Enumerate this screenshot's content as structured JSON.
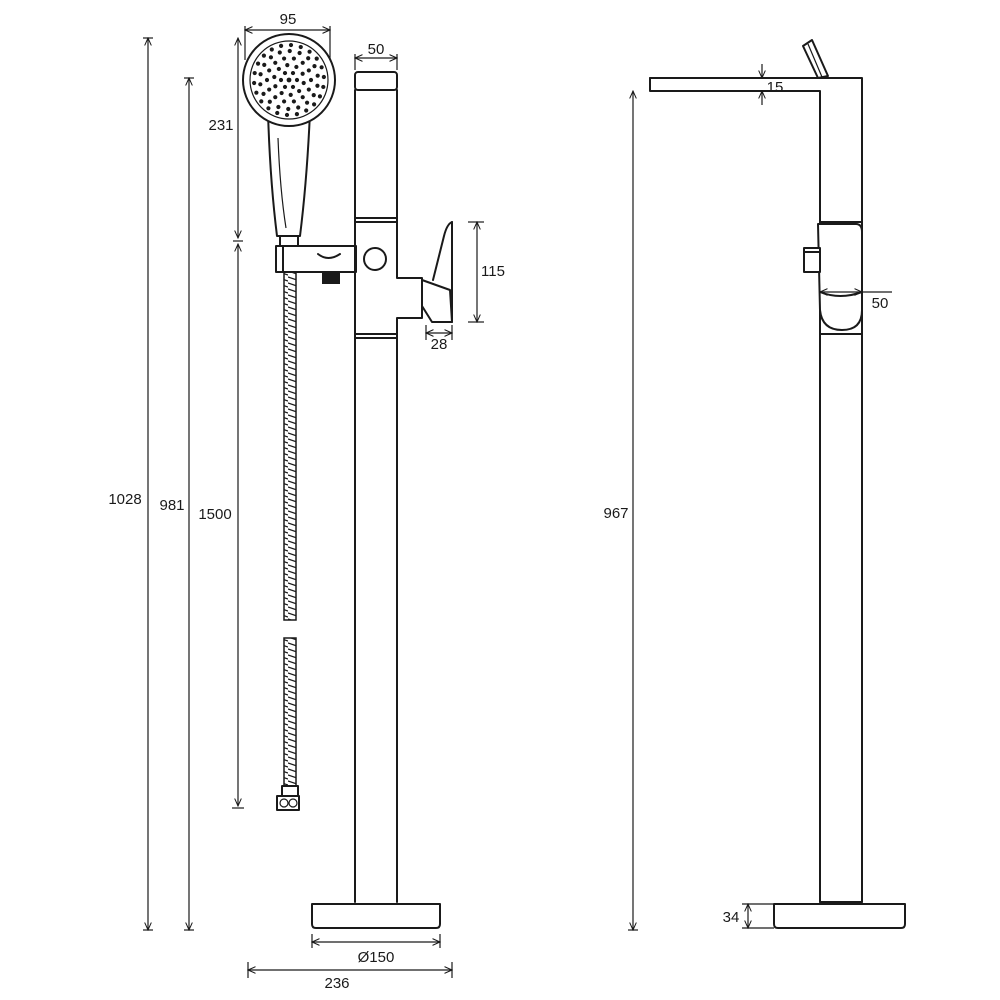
{
  "drawing": {
    "front_view": {
      "dimensions": {
        "overall_height": "1028",
        "spout_height": "981",
        "hose_length": "1500",
        "handset_length": "231",
        "handset_diameter": "95",
        "spout_width": "50",
        "lever_height": "115",
        "lever_depth": "28",
        "base_diameter": "Ø150",
        "overall_projection": "236"
      }
    },
    "side_view": {
      "dimensions": {
        "spout_thickness": "15",
        "body_height": "967",
        "body_width": "50",
        "base_height": "34"
      }
    }
  }
}
